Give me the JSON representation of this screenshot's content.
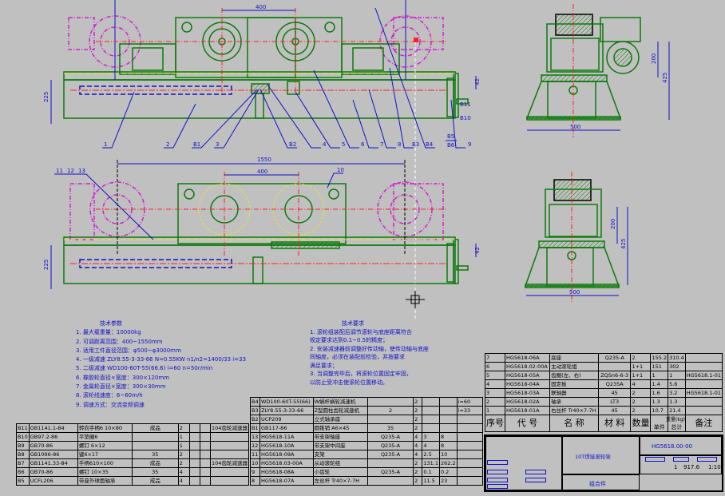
{
  "drawing": {
    "top_view": {
      "dim_center": "400",
      "dim_height": "225",
      "dim_side": "42",
      "callouts": [
        "1",
        "2",
        "B1",
        "3",
        "B2",
        "4",
        "5",
        "6",
        "7",
        "8",
        "B3",
        "B4",
        "B5",
        "B6",
        "9",
        "B10",
        "B11"
      ]
    },
    "bottom_view": {
      "dim_span": "1550",
      "dim_center": "400",
      "dim_height": "225",
      "dim_side": "42",
      "callouts": [
        "11",
        "12",
        "13",
        "10"
      ]
    },
    "side_view_top": {
      "dim_width": "500",
      "dim_inner": "200",
      "dim_height": "425"
    },
    "side_view_bottom": {
      "dim_width": "500",
      "dim_inner": "200",
      "dim_height": "425"
    }
  },
  "tech_params": {
    "title": "技术参数",
    "items": [
      "1. 最大载重量：10000kg",
      "2. 可调距离范围：400~1550mm",
      "3. 适用工件直径范围：φ500~φ3000mm",
      "4. 一级减速 ZLY8.55-3-33-66  N=0.55KW n1/n2=1400/33 i=33",
      "5. 二级减速 WD100-60T-55(66.6) i=60 n=50r/min",
      "6. 橡胶轮直径×宽度：300×120mm",
      "7. 金属轮直径×宽度：300×30mm",
      "8. 滚轮线速度：6~60m/h",
      "9. 调速方式：交流变频调速"
    ]
  },
  "tech_requirements": {
    "title": "技术要求",
    "items": [
      "1. 滚轮组装配后调节滚轮与底座距离符合",
      "   规定要求达到0.1~0.5的精度；",
      "2. 安装减速器前调整好传动轴，使传动轴与底座",
      "   同轴度，必须在装配前检验，并按要求",
      "   满足要求；",
      "3. 当调整完毕后，将滚轮位置固定牢固，",
      "   以防止受冲击使滚轮位置移动。"
    ]
  },
  "bom_left": {
    "rows": [
      [
        "B11",
        "GB1141.1-84",
        "转向手柄6 10×80",
        "成品",
        "2",
        "",
        "",
        "104齿轮减速器"
      ],
      [
        "B10",
        "GB97.2-86",
        "平垫圈6",
        "",
        "1",
        "",
        "",
        ""
      ],
      [
        "B9",
        "GB70-86",
        "螺钉 6×12",
        "",
        "1",
        "",
        "",
        ""
      ],
      [
        "B8",
        "GB1096-86",
        "键6×17",
        "35",
        "2",
        "",
        "",
        ""
      ],
      [
        "B7",
        "GB1141.33-84",
        "手柄610×100",
        "成品",
        "2",
        "",
        "",
        "104齿轮减速器"
      ],
      [
        "B6",
        "GB70-86",
        "螺钉 10×35",
        "35",
        "4",
        "",
        "",
        ""
      ],
      [
        "B5",
        "UCFL206",
        "带座外球面轴承",
        "成品",
        "4",
        "",
        "",
        ""
      ]
    ]
  },
  "bom_middle": {
    "rows": [
      [
        "B4",
        "WD100-60T-55(66)",
        "W蜗杆蜗轮减速机",
        "",
        "2",
        "",
        "",
        "i=60"
      ],
      [
        "B3",
        "ZLY8.55-3-33-66",
        "Z型圆柱齿轮减速机",
        "2",
        "2",
        "",
        "",
        "i=33"
      ],
      [
        "B2",
        "UCP209",
        "立式轴承座",
        "",
        "2",
        "",
        "",
        ""
      ],
      [
        "B1",
        "GB117-86",
        "圆锥销 A6×45",
        "35",
        "2",
        "",
        "",
        ""
      ],
      [
        "13",
        "HG5618-11A",
        "带支架轴座",
        "Q235-A",
        "4",
        "3",
        "8",
        ""
      ],
      [
        "12",
        "HG5618-10A",
        "带支架中间座",
        "Q235-A",
        "4",
        "4",
        "8",
        ""
      ],
      [
        "11",
        "HG5618-09A",
        "支架",
        "Q235-A",
        "4",
        "2.5",
        "10",
        ""
      ],
      [
        "10",
        "HG5618.03-00A",
        "从动滚轮组",
        "",
        "2",
        "131.1",
        "262.2",
        ""
      ],
      [
        "9",
        "HG5618-08A",
        "小齿轮",
        "Q235-A",
        "2",
        "0.1",
        "0.2",
        ""
      ],
      [
        "8",
        "HG5618-07A",
        "左丝杆 Tr40×7-7H",
        "",
        "2",
        "11.5",
        "23",
        ""
      ]
    ]
  },
  "bom_right": {
    "rows": [
      [
        "7",
        "HG5618-06A",
        "底座",
        "Q235-A",
        "2",
        "155.2",
        "310.4",
        ""
      ],
      [
        "6",
        "HG5618.02-00A",
        "主动滚轮组",
        "",
        "1+1",
        "151",
        "302",
        ""
      ],
      [
        "5",
        "HG5618-05A",
        "齿圈(左、右)",
        "ZQSn6-6-3",
        "1+1",
        "1",
        "1",
        "HG5618.1-01"
      ],
      [
        "4",
        "HG5618-04A",
        "固定板",
        "Q235A",
        "4",
        "1.4",
        "5.6",
        ""
      ],
      [
        "3",
        "HG5618-03A",
        "联轴器",
        "45",
        "2",
        "1.6",
        "3.2",
        "HG5618.1-01"
      ],
      [
        "2",
        "HG5618-02A",
        "轴承",
        "LT3",
        "2",
        "1.3",
        "1.3",
        ""
      ],
      [
        "1",
        "HG5618-01A",
        "右丝杆 Tr40×7-7H",
        "45",
        "2",
        "10.7",
        "21.4",
        ""
      ]
    ],
    "header": [
      "序号",
      "代  号",
      "名  称",
      "材  料",
      "数量",
      "单件",
      "总计",
      "备注"
    ],
    "header_sub": "重量(kg)"
  },
  "title_block": {
    "drawing_number": "HG5618.00-00",
    "title": "10T焊接滚轮架",
    "subtitle": "组合件",
    "quantity": "1",
    "weight": "917.6",
    "scale": "1:10"
  },
  "colors": {
    "background": "#c0c0c0",
    "part": "#0a7a0a",
    "center": "#ff2020",
    "phantom": "#d020d0",
    "dimension": "#1010c8",
    "hidden": "#e8e820"
  }
}
